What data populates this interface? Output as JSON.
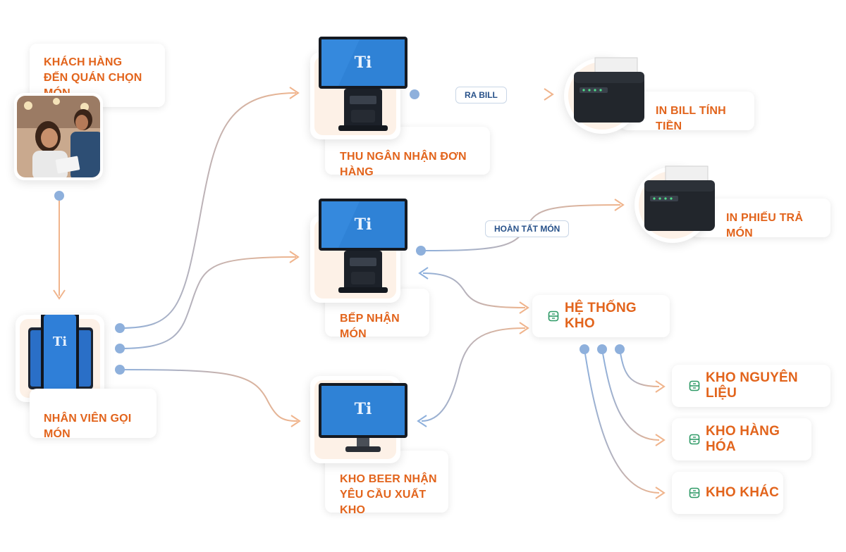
{
  "nodes": {
    "customer": {
      "lines": [
        "KHÁCH HÀNG",
        "ĐẾN QUÁN CHỌN MÓN"
      ]
    },
    "waiter": {
      "label": "NHÂN VIÊN GỌI MÓN"
    },
    "cashier": {
      "label": "THU NGÂN NHẬN ĐƠN HÀNG"
    },
    "kitchen": {
      "label": "BẾP NHẬN MÓN"
    },
    "beer": {
      "lines": [
        "KHO BEER NHẬN",
        "YÊU CẦU XUẤT KHO"
      ]
    },
    "bill_printer": {
      "label": "IN BILL TÍNH TIỀN"
    },
    "return_printer": {
      "label": "IN PHIẾU TRẢ MÓN"
    },
    "warehouse": {
      "label": "HỆ THỐNG KHO"
    },
    "wh_materials": {
      "label": "KHO NGUYÊN LIỆU"
    },
    "wh_goods": {
      "label": "KHO HÀNG HÓA"
    },
    "wh_other": {
      "label": "KHO KHÁC"
    }
  },
  "edge_labels": {
    "ra_bill": "RA BILL",
    "hoan_tat_mon": "HOÀN TẤT MÓN"
  },
  "colors": {
    "label_orange": "#e2641c",
    "arrow_orange": "#f0b48c",
    "arrow_blue": "#8eb0dc",
    "icon_green": "#2f9a67",
    "pill_text": "#28528a"
  },
  "icons": {
    "customer_photo": "customer-photo",
    "waiter_device": "smartphones",
    "cashier_device": "pos-terminal",
    "kitchen_device": "pos-terminal",
    "beer_device": "monitor",
    "printer": "receipt-printer",
    "warehouse": "database-icon"
  }
}
